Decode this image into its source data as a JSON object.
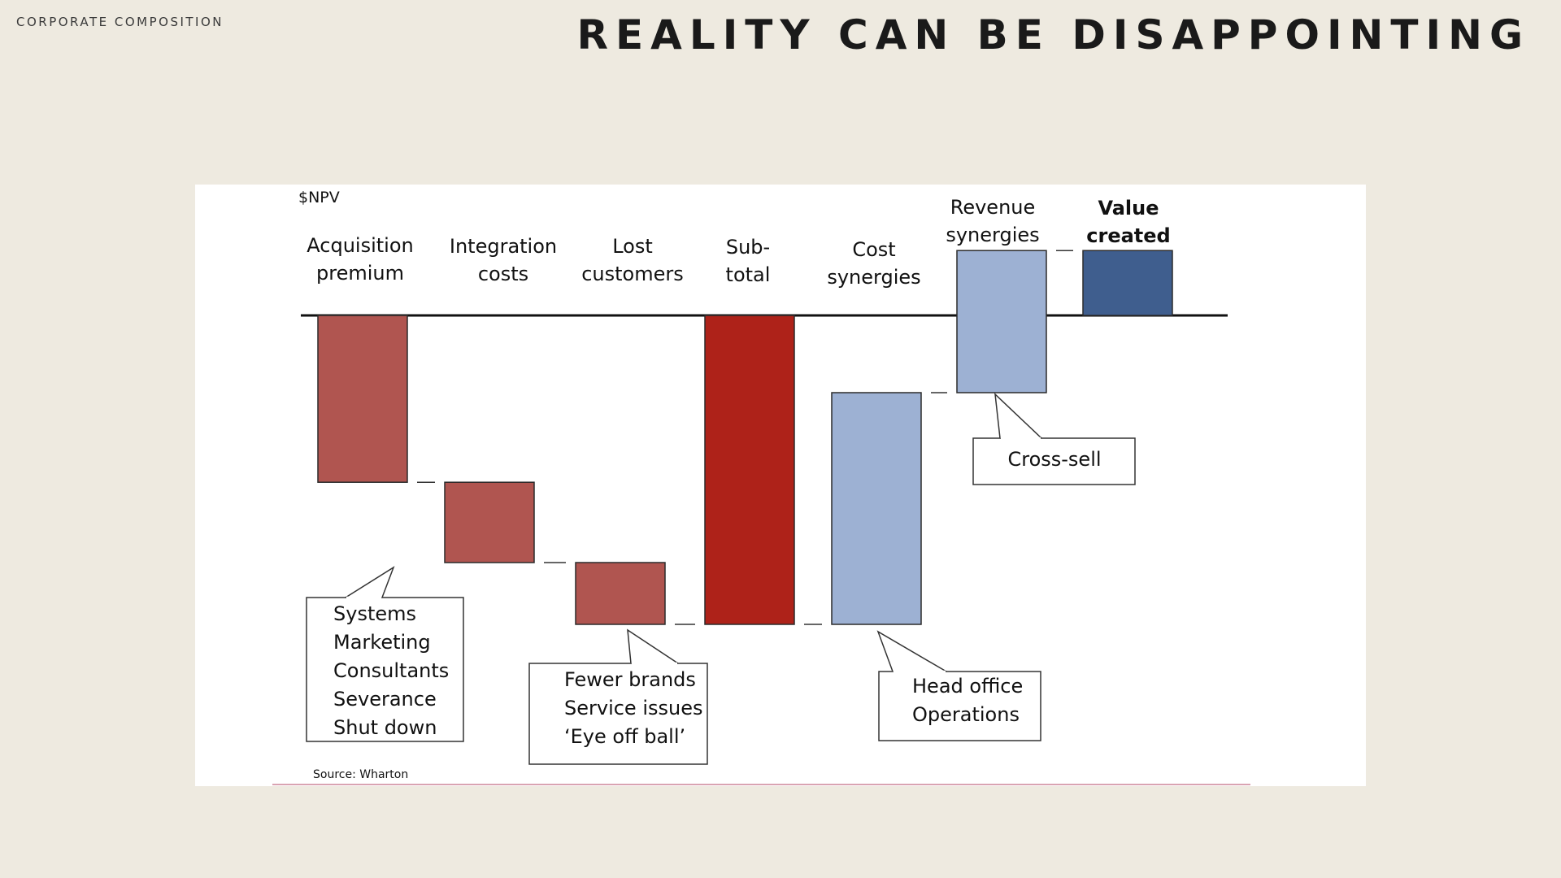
{
  "header": {
    "section_label": "CORPORATE COMPOSITION",
    "title": "REALITY CAN BE DISAPPOINTING"
  },
  "chart_data": {
    "type": "waterfall",
    "title": "",
    "ylabel": "$NPV",
    "categories": [
      "Acquisition premium",
      "Integration costs",
      "Lost customers",
      "Sub-total",
      "Cost synergies",
      "Revenue synergies",
      "Value created"
    ],
    "category_lines": [
      [
        "Acquisition",
        "premium"
      ],
      [
        "Integration",
        "costs"
      ],
      [
        "Lost",
        "customers"
      ],
      [
        "Sub-",
        "total"
      ],
      [
        "Cost",
        "synergies"
      ],
      [
        "Revenue",
        "synergies"
      ],
      [
        "Value",
        "created"
      ]
    ],
    "bars": [
      {
        "category": "Acquisition premium",
        "kind": "decrease",
        "start": 0,
        "end": -5.4
      },
      {
        "category": "Integration costs",
        "kind": "decrease",
        "start": -5.4,
        "end": -8.0
      },
      {
        "category": "Lost customers",
        "kind": "decrease",
        "start": -8.0,
        "end": -10.0
      },
      {
        "category": "Sub-total",
        "kind": "subtotal",
        "start": 0,
        "end": -10.0
      },
      {
        "category": "Cost synergies",
        "kind": "increase",
        "start": -10.0,
        "end": -2.5
      },
      {
        "category": "Revenue synergies",
        "kind": "increase",
        "start": -2.5,
        "end": 2.1
      },
      {
        "category": "Value created",
        "kind": "total",
        "start": 0,
        "end": 2.1
      }
    ],
    "callouts": [
      {
        "category": "Integration costs",
        "lines": [
          "Systems",
          "Marketing",
          "Consultants",
          "Severance",
          "Shut down"
        ]
      },
      {
        "category": "Lost customers",
        "lines": [
          "Fewer brands",
          "Service issues",
          "‘Eye off ball’"
        ]
      },
      {
        "category": "Cost synergies",
        "lines": [
          "Head office",
          "Operations"
        ]
      },
      {
        "category": "Revenue synergies",
        "lines": [
          "Cross-sell"
        ]
      }
    ],
    "source": "Source: Wharton",
    "colors": {
      "decrease": "#b05550",
      "subtotal": "#ae2219",
      "increase": "#9db1d3",
      "total": "#3f5e8e",
      "axis": "#111111",
      "accent_line": "#d9a3b1"
    },
    "legend": "none",
    "grid": false
  }
}
